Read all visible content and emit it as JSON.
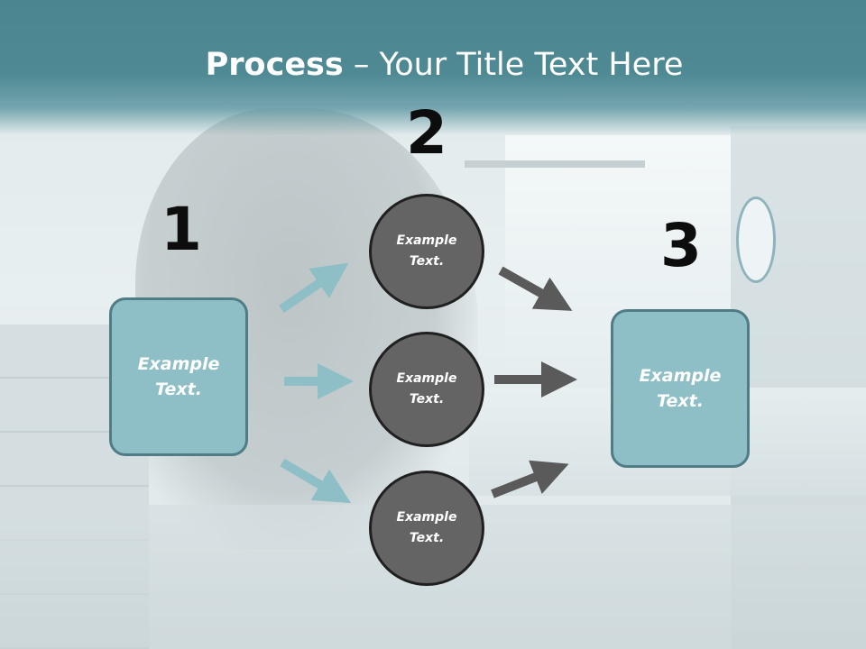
{
  "slide": {
    "title_bold": "Process",
    "title_rest": " – Your Title Text Here"
  },
  "steps": {
    "one": "1",
    "two": "2",
    "three": "3"
  },
  "boxes": {
    "left": "Example Text.",
    "right": "Example Text."
  },
  "circles": [
    "Example Text.",
    "Example Text.",
    "Example Text."
  ],
  "colors": {
    "header": "#4f8a94",
    "box_fill": "#8fbfc6",
    "box_border": "#4f7c85",
    "circle_fill": "#646464",
    "circle_border": "#202020",
    "arrow_teal": "#8fbfc6",
    "arrow_dark": "#5a5a5a"
  }
}
